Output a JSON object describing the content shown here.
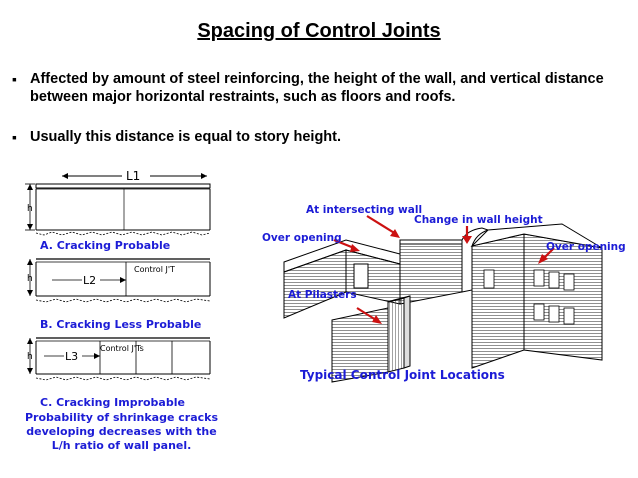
{
  "slide": {
    "title": "Spacing of Control Joints",
    "bullets": [
      "Affected by amount of steel reinforcing, the height of the wall, and vertical distance between major horizontal restraints, such as floors and roofs.",
      "Usually this distance is equal to story height."
    ],
    "bullet_marker": "▪"
  },
  "left_figure": {
    "dims": {
      "l1": "L1",
      "l2": "L2",
      "l3": "L3",
      "h": "h"
    },
    "joint_labels": {
      "b": "Control J'T",
      "c": "Control J'Ts"
    },
    "captions": {
      "a": "A. Cracking Probable",
      "b": "B. Cracking Less Probable",
      "c": "C. Cracking Improbable"
    },
    "note_lines": [
      "Probability of shrinkage cracks",
      "developing decreases with the",
      "L/h ratio of wall panel."
    ]
  },
  "right_figure": {
    "labels": {
      "intersecting": "At intersecting wall",
      "height_change": "Change in wall height",
      "over_opening_left": "Over opening",
      "over_opening_right": "Over opening",
      "pilasters": "At Pilasters"
    },
    "caption": "Typical Control Joint Locations",
    "arrow_color": "#cc1111",
    "label_color": "#1c1cd6"
  }
}
